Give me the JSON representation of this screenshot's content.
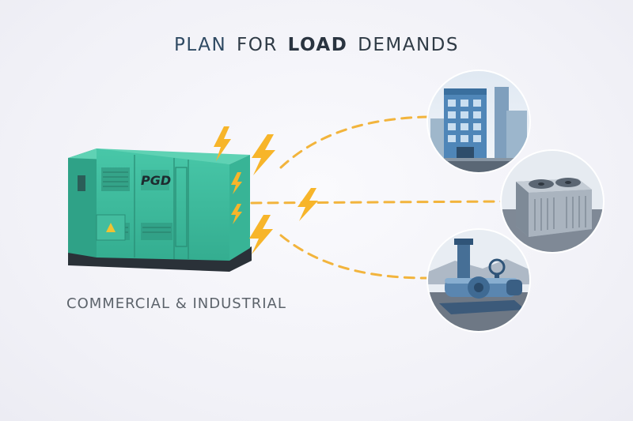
{
  "title": {
    "word1": "PLAN",
    "word2": "FOR",
    "word3": "LOAD",
    "word4": "DEMANDS"
  },
  "caption": "COMMERCIAL & INDUSTRIAL",
  "generator": {
    "logo": "PGD"
  },
  "colors": {
    "generator": "#3dbfa0",
    "bolt": "#f7b52a",
    "dash": "#f2b43c",
    "title": "#2f4a63"
  },
  "icons": [
    "generator-icon",
    "lightning-bolt-icon",
    "office-building-icon",
    "hvac-unit-icon",
    "industrial-pump-icon"
  ]
}
